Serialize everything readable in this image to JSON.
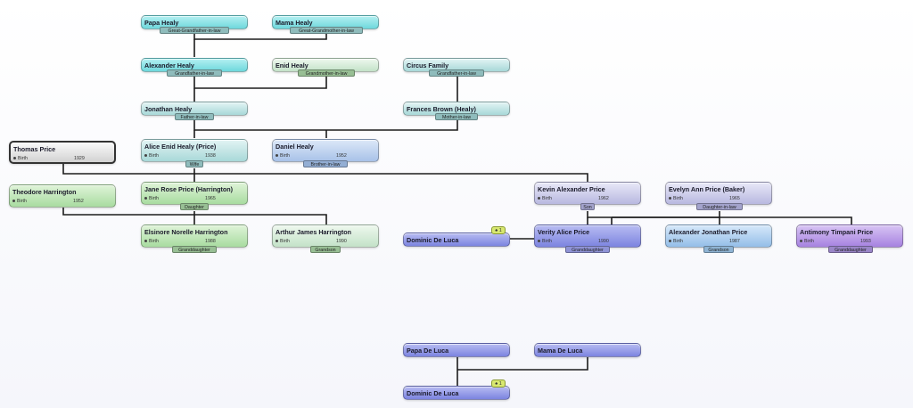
{
  "people": {
    "papa_healy": {
      "name": "Papa Healy",
      "relation": "Great-Grandfather-in-law"
    },
    "mama_healy": {
      "name": "Mama Healy",
      "relation": "Great-Grandmother-in-law"
    },
    "alexander_healy": {
      "name": "Alexander Healy",
      "relation": "Grandfather-in-law"
    },
    "enid_healy": {
      "name": "Enid Healy",
      "relation": "Grandmother-in-law"
    },
    "circus_family": {
      "name": "Circus Family",
      "relation": "Grandfather-in-law"
    },
    "jonathan_healy": {
      "name": "Jonathan Healy",
      "relation": "Father-in-law"
    },
    "frances_brown": {
      "name": "Frances Brown (Healy)",
      "relation": "Mother-in-law"
    },
    "thomas_price": {
      "name": "Thomas Price",
      "birth_label": "Birth",
      "birth_year": "1929"
    },
    "alice_enid": {
      "name": "Alice Enid Healy (Price)",
      "birth_label": "Birth",
      "birth_year": "1938",
      "relation": "Wife"
    },
    "daniel_healy": {
      "name": "Daniel Healy",
      "birth_label": "Birth",
      "birth_year": "1952",
      "relation": "Brother-in-law"
    },
    "theodore_harrington": {
      "name": "Theodore Harrington",
      "birth_label": "Birth",
      "birth_year": "1952"
    },
    "jane_rose": {
      "name": "Jane Rose Price (Harrington)",
      "birth_label": "Birth",
      "birth_year": "1965",
      "relation": "Daughter"
    },
    "kevin_alexander": {
      "name": "Kevin Alexander Price",
      "birth_label": "Birth",
      "birth_year": "1962",
      "relation": "Son"
    },
    "evelyn_ann": {
      "name": "Evelyn Ann Price (Baker)",
      "birth_label": "Birth",
      "birth_year": "1965",
      "relation": "Daughter-in-law"
    },
    "elsinore": {
      "name": "Elsinore Norelle Harrington",
      "birth_label": "Birth",
      "birth_year": "1988",
      "relation": "Granddaughter"
    },
    "arthur": {
      "name": "Arthur James Harrington",
      "birth_label": "Birth",
      "birth_year": "1990",
      "relation": "Grandson"
    },
    "dominic_1": {
      "name": "Dominic De Luca",
      "badge": "1"
    },
    "verity": {
      "name": "Verity Alice Price",
      "birth_label": "Birth",
      "birth_year": "1990",
      "relation": "Granddaughter"
    },
    "alexander_jonathan": {
      "name": "Alexander Jonathan Price",
      "birth_label": "Birth",
      "birth_year": "1987",
      "relation": "Grandson"
    },
    "antimony": {
      "name": "Antimony Timpani Price",
      "birth_label": "Birth",
      "birth_year": "1993",
      "relation": "Granddaughter"
    },
    "papa_deluca": {
      "name": "Papa De Luca"
    },
    "mama_deluca": {
      "name": "Mama De Luca"
    },
    "dominic_2": {
      "name": "Dominic De Luca",
      "badge": "1"
    }
  },
  "colors": {
    "connector_line": "#1c1c1c",
    "selected_border": "#333333",
    "badge": "#d8e870"
  },
  "icons": {
    "birth": "bullet-dot",
    "badge": "leaf-icon"
  }
}
